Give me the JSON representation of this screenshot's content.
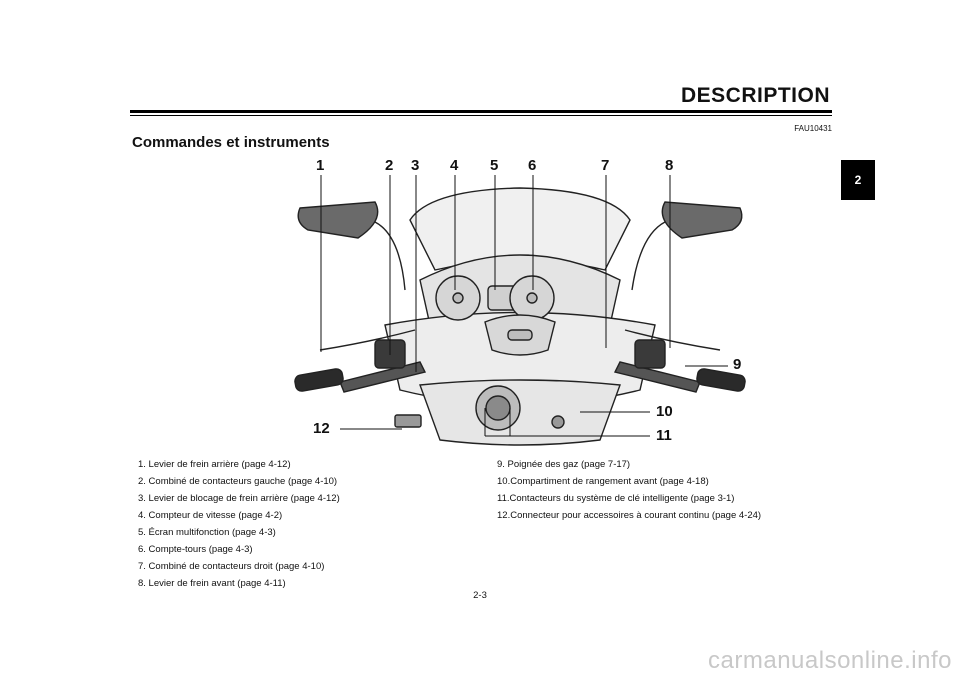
{
  "header": {
    "title": "DESCRIPTION",
    "chapter_tab": "2"
  },
  "doc_code": "FAU10431",
  "section_title": "Commandes et instruments",
  "callouts": [
    "1",
    "2",
    "3",
    "4",
    "5",
    "6",
    "7",
    "8",
    "9",
    "10",
    "11",
    "12"
  ],
  "legend_left": [
    "1.  Levier de frein arrière (page 4-12)",
    "2.  Combiné de contacteurs gauche (page 4-10)",
    "3.  Levier de blocage de frein arrière (page 4-12)",
    "4.  Compteur de vitesse (page 4-2)",
    "5.  Écran multifonction (page 4-3)",
    "6.  Compte-tours (page 4-3)",
    "7.  Combiné de contacteurs droit (page 4-10)",
    "8.  Levier de frein avant (page 4-11)"
  ],
  "legend_right": [
    "9.  Poignée des gaz (page 7-17)",
    "10.Compartiment de rangement avant (page 4-18)",
    "11.Contacteurs du système de clé intelligente (page 3-1)",
    "12.Connecteur pour accessoires à courant continu (page 4-24)"
  ],
  "page_number": "2-3",
  "watermark": "carmanualsonline.info"
}
